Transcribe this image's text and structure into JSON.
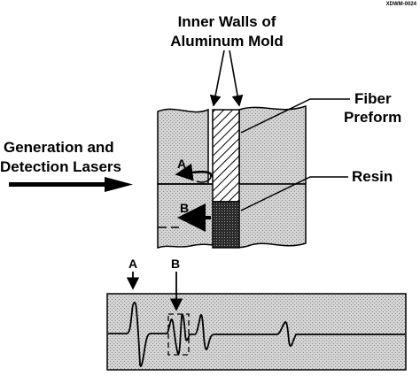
{
  "figure_code": "XDWM-0024",
  "labels": {
    "inner_walls_line1": "Inner Walls of",
    "inner_walls_line2": "Aluminum Mold",
    "fiber_line1": "Fiber",
    "fiber_line2": "Preform",
    "lasers_line1": "Generation and",
    "lasers_line2": "Detection Lasers",
    "resin": "Resin",
    "echo_a": "A",
    "echo_b": "B",
    "signal_a": "A",
    "signal_b": "B"
  },
  "colors": {
    "ink": "#000000",
    "mold_fill": "#d2d2d2",
    "trace_fill": "#cfcfcf",
    "resin_fill": "#3a3a3a",
    "paper": "#ffffff"
  }
}
